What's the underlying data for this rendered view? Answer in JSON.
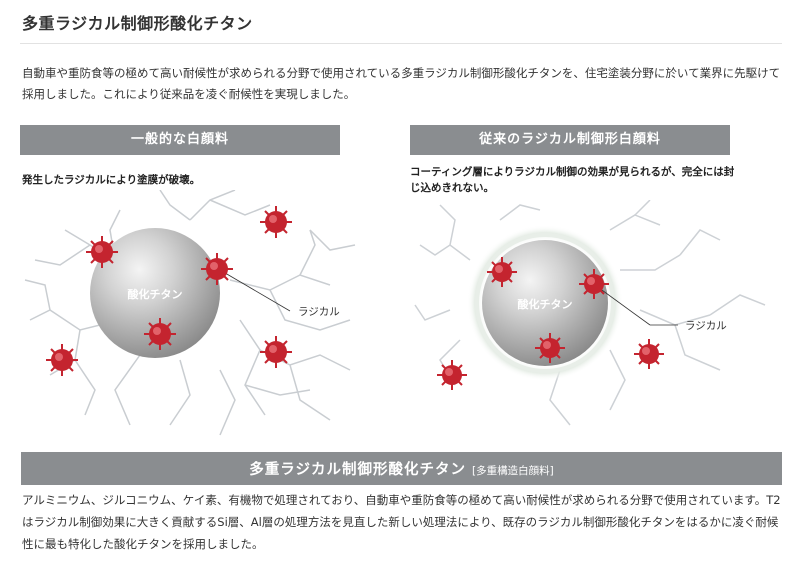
{
  "page": {
    "title": "多重ラジカル制御形酸化チタン",
    "intro": "自動車や重防食等の極めて高い耐候性が求められる分野で使用されている多重ラジカル制御形酸化チタンを、住宅塗装分野に於いて業界に先駆けて採用しました。これにより従来品を凌ぐ耐候性を実現しました。"
  },
  "panels": {
    "left": {
      "label": "一般的な白顔料",
      "caption": "発生したラジカルにより塗膜が破壊。",
      "sphere_label": "酸化チタン",
      "radical_label": "ラジカル"
    },
    "right": {
      "label": "従来のラジカル制御形白顔料",
      "caption": "コーティング層によりラジカル制御の効果が見られるが、完全には封じ込めきれない。",
      "sphere_label": "酸化チタン",
      "radical_label": "ラジカル"
    }
  },
  "bottom": {
    "title": "多重ラジカル制御形酸化チタン",
    "subtitle": "[多重構造白顔料]",
    "text": "アルミニウム、ジルコニウム、ケイ素、有機物で処理されており、自動車や重防食等の極めて高い耐候性が求められる分野で使用されています。T2はラジカル制御効果に大きく貢献するSi層、Al層の処理方法を見直した新しい処理法により、既存のラジカル制御形酸化チタンをはるかに凌ぐ耐候性に最も特化した酸化チタンを採用しました。"
  },
  "colors": {
    "label_bar": "#8a8d90",
    "radical": "#c4242f",
    "sphere_light": "#e6e6e6",
    "sphere_dark": "#8f8f8f"
  }
}
